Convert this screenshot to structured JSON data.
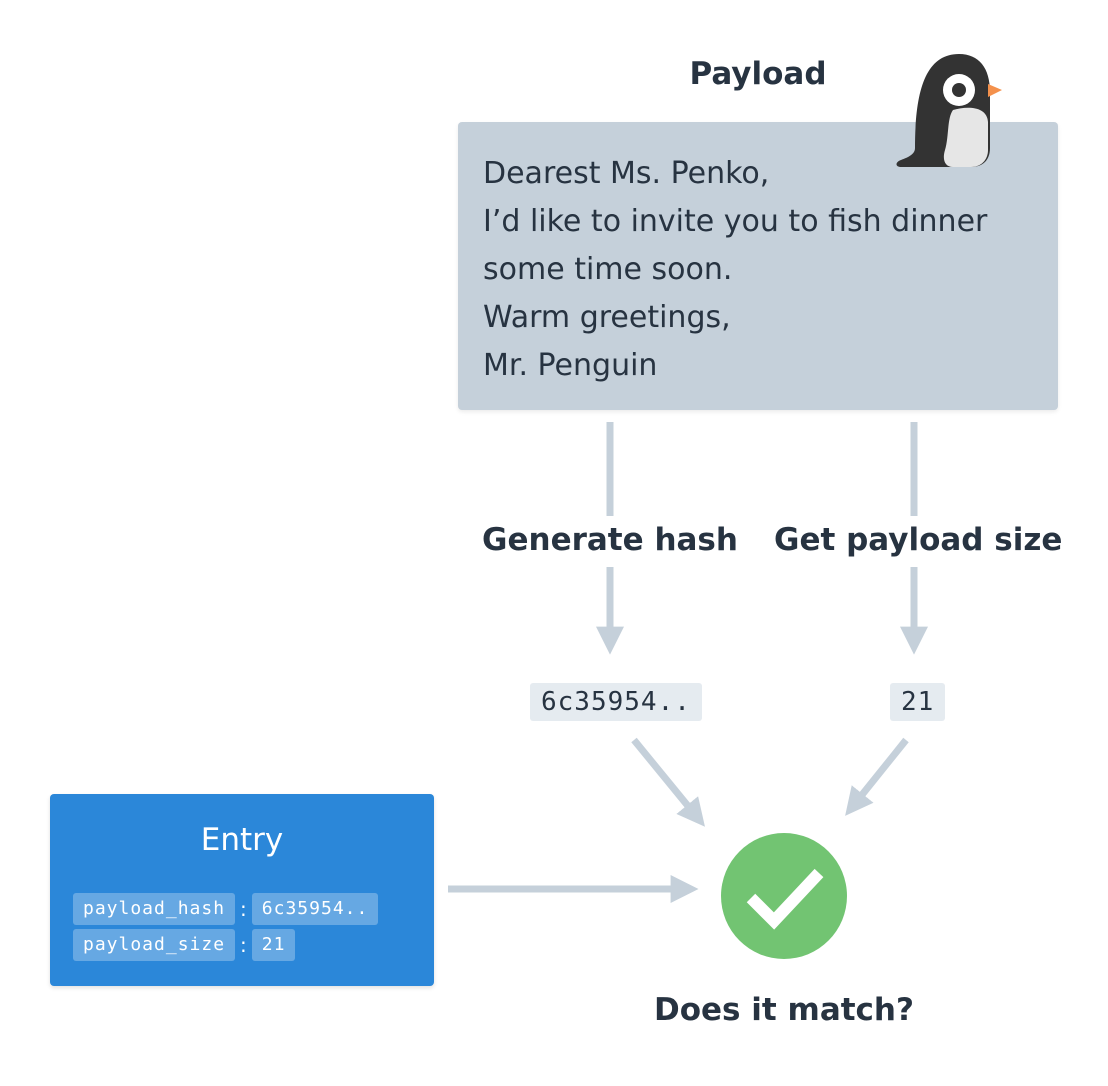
{
  "payload": {
    "title": "Payload",
    "lines": [
      "Dearest Ms. Penko,",
      "I’d like to invite you to fish dinner",
      "some time soon.",
      "Warm greetings,",
      "Mr. Penguin"
    ]
  },
  "steps": {
    "hash_label": "Generate hash",
    "size_label": "Get payload size",
    "hash_value": "6c35954..",
    "size_value": "21"
  },
  "entry": {
    "title": "Entry",
    "rows": [
      {
        "key": "payload_hash",
        "sep": ":",
        "value": "6c35954.."
      },
      {
        "key": "payload_size",
        "sep": ":",
        "value": "21"
      }
    ]
  },
  "result": {
    "label": "Does it match?"
  },
  "colors": {
    "text": "#273341",
    "payload_box": "#c5d0da",
    "arrow": "#c5d0da",
    "entry_box": "#2b87d9",
    "check": "#72c472",
    "pill": "#e5ebf0"
  },
  "icons": {
    "mascot": "penguin-icon",
    "result": "checkmark-icon"
  }
}
